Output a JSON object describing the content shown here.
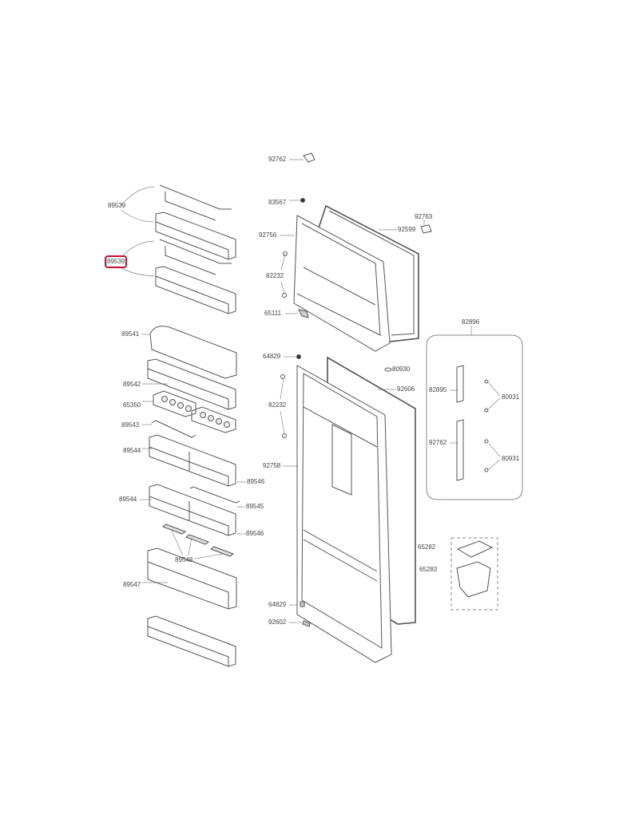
{
  "diagram": {
    "highlight_color": "#c8102e",
    "labels": {
      "top_cap": "92762",
      "screw_top": "83567",
      "cap_right": "92763",
      "freezer_door": "92756",
      "freezer_gasket": "92599",
      "shelf_rail_upper": "89539",
      "shelf_rail_lower_highlighted": "89539",
      "stopper_upper": "82232",
      "hinge_mid": "65111",
      "dairy_cover": "89541",
      "kit_group": "82896",
      "bushing_upper": "64829",
      "plug": "80930",
      "fridge_gasket": "92606",
      "bottle_shelf": "89542",
      "kit_bracket": "82895",
      "kit_screws_upper": "80931",
      "egg_tray": "65350",
      "stopper_lower": "82232",
      "rail_wire": "89543",
      "kit_cap": "92762",
      "door_bin_upper": "89544",
      "kit_screws_lower": "80931",
      "fridge_door": "92758",
      "bin_end_upper": "89546",
      "door_bin_lower": "89544",
      "rail_wire_lower": "89545",
      "bin_end_lower": "89546",
      "ice_lid": "65282",
      "divider": "89548",
      "ice_box": "65283",
      "big_bin": "89547",
      "bushing_lower": "64829",
      "hinge_bottom": "92602"
    }
  }
}
